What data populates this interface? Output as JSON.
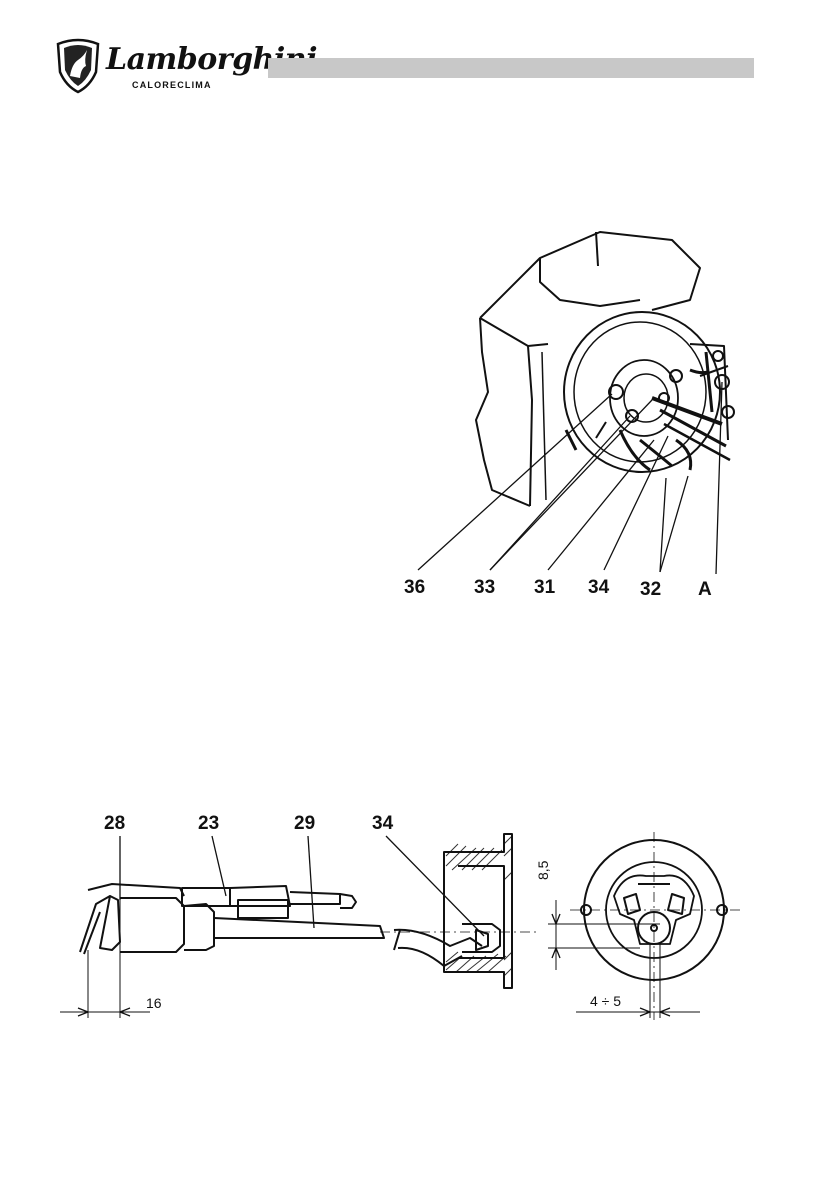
{
  "header": {
    "brand_name": "Lamborghini",
    "brand_sub": "CALORECLIMA"
  },
  "figure_top": {
    "labels": [
      "36",
      "33",
      "31",
      "34",
      "32",
      "A"
    ]
  },
  "figure_bottom": {
    "labels": [
      "28",
      "23",
      "29",
      "34"
    ],
    "dimensions": {
      "gap": "16",
      "height": "8,5",
      "offset": "4 ÷ 5"
    }
  }
}
